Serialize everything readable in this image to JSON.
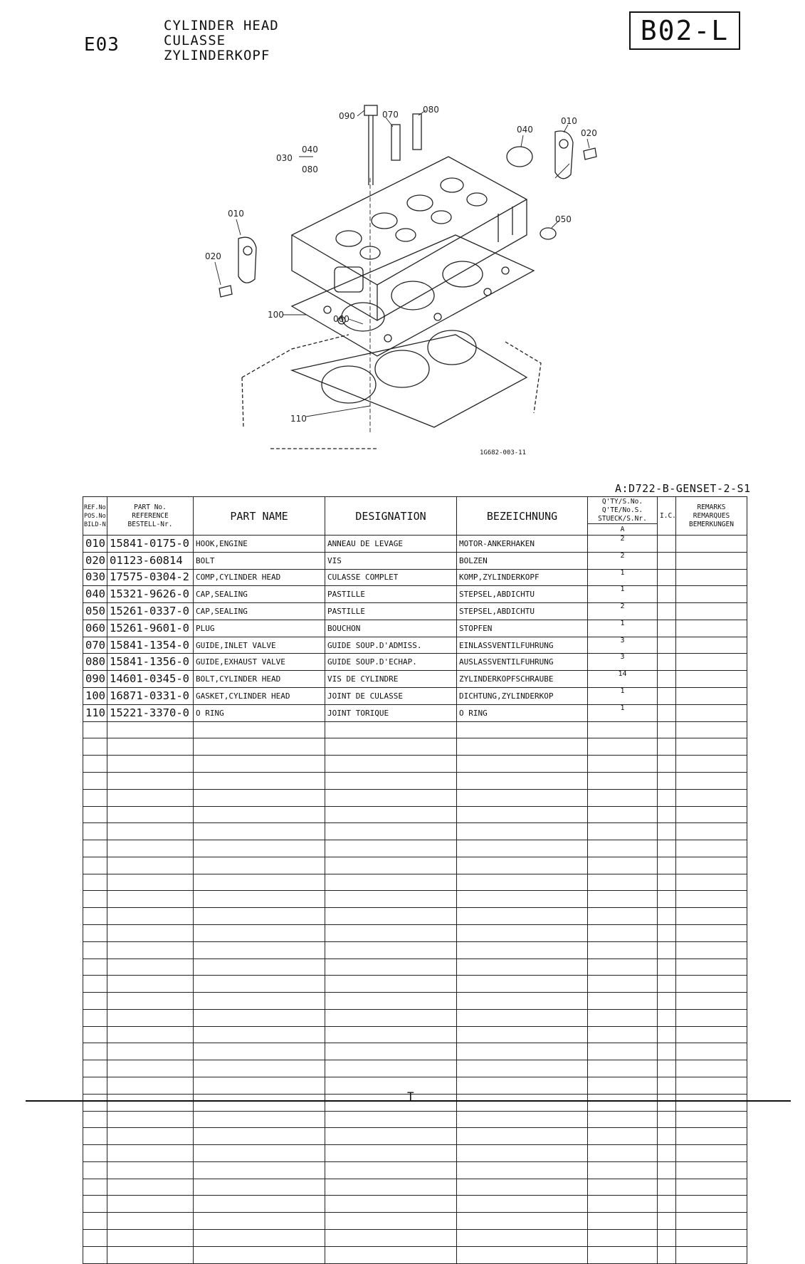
{
  "header": {
    "section_code": "E03",
    "title_lines": [
      "CYLINDER HEAD",
      "CULASSE",
      "ZYLINDERKOPF"
    ],
    "page_code": "B02-L"
  },
  "diagram": {
    "figure_code": "1G682-003-11",
    "callouts": [
      "090",
      "070",
      "080",
      "040",
      "010",
      "020",
      "030",
      "040",
      "080",
      "010",
      "020",
      "050",
      "100",
      "060",
      "110"
    ]
  },
  "model_code": "A:D722-B-GENSET-2-S1",
  "table": {
    "headers": {
      "ref": [
        "REF.No.",
        "POS.No.",
        "BILD-Nr."
      ],
      "part_no": [
        "PART No.",
        "REFERENCE",
        "BESTELL-Nr."
      ],
      "part_name": "PART NAME",
      "designation": "DESIGNATION",
      "bezeichnung": "BEZEICHNUNG",
      "qty": [
        "Q'TY/S.No.",
        "Q'TE/No.S.",
        "STUECK/S.Nr."
      ],
      "qty_sub": "A",
      "ic": "I.C.",
      "remarks": [
        "REMARKS",
        "REMARQUES",
        "BEMERKUNGEN"
      ]
    },
    "rows": [
      {
        "ref": "010",
        "part_no": "15841-0175-0",
        "name": "HOOK,ENGINE",
        "designation": "ANNEAU DE LEVAGE",
        "bezeichnung": "MOTOR-ANKERHAKEN",
        "qty": "2"
      },
      {
        "ref": "020",
        "part_no": "01123-60814",
        "name": "BOLT",
        "designation": "VIS",
        "bezeichnung": "BOLZEN",
        "qty": "2"
      },
      {
        "ref": "030",
        "part_no": "17575-0304-2",
        "name": "COMP,CYLINDER HEAD",
        "designation": "CULASSE COMPLET",
        "bezeichnung": "KOMP,ZYLINDERKOPF",
        "qty": "1"
      },
      {
        "ref": "040",
        "part_no": "15321-9626-0",
        "name": "CAP,SEALING",
        "designation": "PASTILLE",
        "bezeichnung": "STEPSEL,ABDICHTU",
        "qty": "1"
      },
      {
        "ref": "050",
        "part_no": "15261-0337-0",
        "name": "CAP,SEALING",
        "designation": "PASTILLE",
        "bezeichnung": "STEPSEL,ABDICHTU",
        "qty": "2"
      },
      {
        "ref": "060",
        "part_no": "15261-9601-0",
        "name": "PLUG",
        "designation": "BOUCHON",
        "bezeichnung": "STOPFEN",
        "qty": "1"
      },
      {
        "ref": "070",
        "part_no": "15841-1354-0",
        "name": "GUIDE,INLET VALVE",
        "designation": "GUIDE SOUP.D'ADMISS.",
        "bezeichnung": "EINLASSVENTILFUHRUNG",
        "qty": "3"
      },
      {
        "ref": "080",
        "part_no": "15841-1356-0",
        "name": "GUIDE,EXHAUST VALVE",
        "designation": "GUIDE SOUP.D'ECHAP.",
        "bezeichnung": "AUSLASSVENTILFUHRUNG",
        "qty": "3"
      },
      {
        "ref": "090",
        "part_no": "14601-0345-0",
        "name": "BOLT,CYLINDER HEAD",
        "designation": "VIS DE CYLINDRE",
        "bezeichnung": "ZYLINDERKOPFSCHRAUBE",
        "qty": "14"
      },
      {
        "ref": "100",
        "part_no": "16871-0331-0",
        "name": "GASKET,CYLINDER HEAD",
        "designation": "JOINT DE CULASSE",
        "bezeichnung": "DICHTUNG,ZYLINDERKOP",
        "qty": "1"
      },
      {
        "ref": "110",
        "part_no": "15221-3370-0",
        "name": "O RING",
        "designation": "JOINT TORIQUE",
        "bezeichnung": "O RING",
        "qty": "1"
      }
    ],
    "empty_row_count": 32
  },
  "footer": {
    "center_mark": "T"
  }
}
